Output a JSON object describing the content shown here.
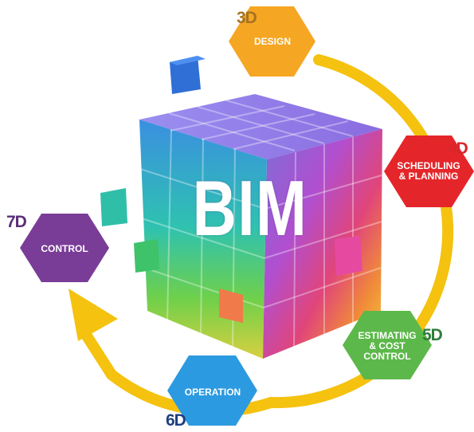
{
  "title": "BIM",
  "stages": [
    {
      "dim": "3D",
      "line1": "DESIGN",
      "line2": "",
      "fill": "#f5a623",
      "tag_color": "#a77320"
    },
    {
      "dim": "4D",
      "line1": "SCHEDULING",
      "line2": "& PLANNING",
      "fill": "#e4262a",
      "tag_color": "#d8262a"
    },
    {
      "dim": "5D",
      "line1": "ESTIMATING",
      "line2": "& COST",
      "line3": "CONTROL",
      "fill": "#5cb84a",
      "tag_color": "#2f7d3a"
    },
    {
      "dim": "6D",
      "line1": "OPERATION",
      "line2": "",
      "fill": "#2c9ae0",
      "tag_color": "#1f3f80"
    },
    {
      "dim": "7D",
      "line1": "CONTROL",
      "line2": "",
      "fill": "#7a3d97",
      "tag_color": "#5a2e7a"
    }
  ],
  "colors": {
    "cycle_arrow": "#f4c20f"
  }
}
